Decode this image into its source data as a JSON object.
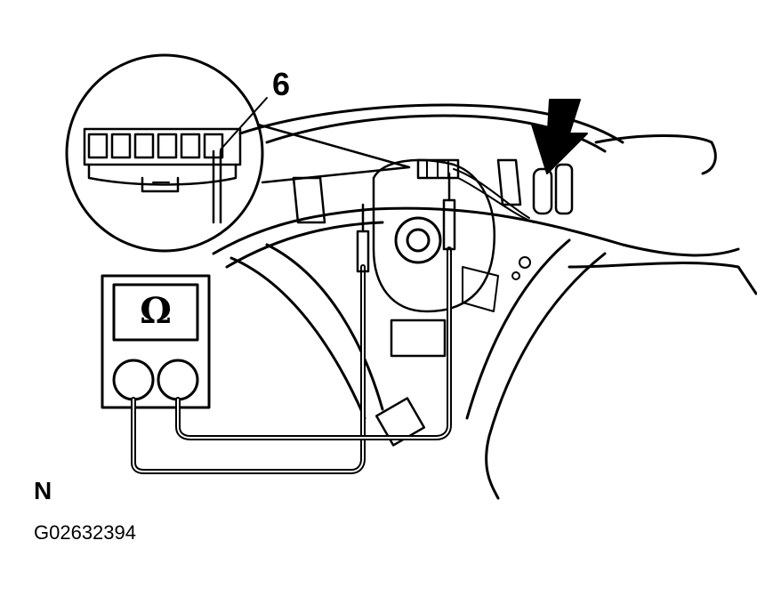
{
  "diagram": {
    "callout_number": "6",
    "meter_symbol": "Ω",
    "view_code": "N",
    "figure_id": "G02632394"
  },
  "colors": {
    "ink": "#000000",
    "paper": "#ffffff"
  }
}
